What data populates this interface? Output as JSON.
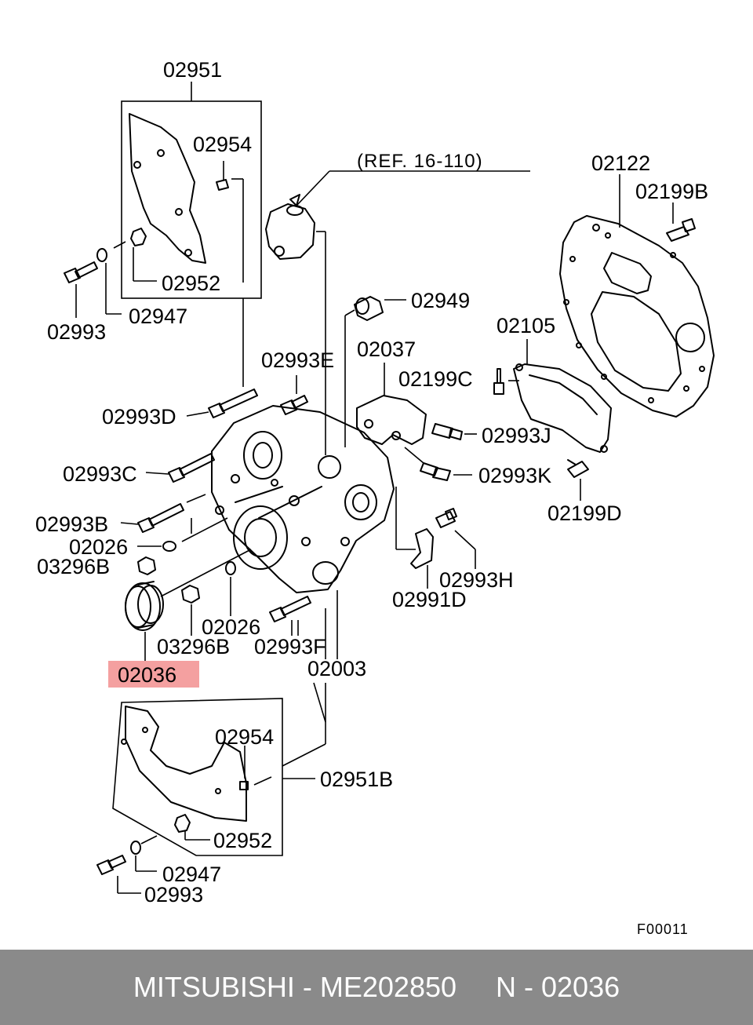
{
  "labels": {
    "p02951": "02951",
    "p02954a": "02954",
    "p02952a": "02952",
    "p02947a": "02947",
    "p02993a": "02993",
    "ref": "(REF. 16-110)",
    "p02122": "02122",
    "p02199b": "02199B",
    "p02949": "02949",
    "p02105": "02105",
    "p02993e": "02993E",
    "p02037": "02037",
    "p02199c": "02199C",
    "p02993d": "02993D",
    "p02993j": "02993J",
    "p02993c": "02993C",
    "p02993k": "02993K",
    "p02199d": "02199D",
    "p02993b": "02993B",
    "p02026a": "02026",
    "p03296ba": "03296B",
    "p02993h": "02993H",
    "p02991d": "02991D",
    "p02026b": "02026",
    "p03296bb": "03296B",
    "p02993f": "02993F",
    "p02036": "02036",
    "p02003": "02003",
    "p02954b": "02954",
    "p02951b": "02951B",
    "p02952b": "02952",
    "p02947b": "02947",
    "p02993b2": "02993",
    "figcode": "F00011"
  },
  "footer": {
    "brand_part": "MITSUBISHI - ME202850",
    "ref_part": "N - 02036"
  },
  "colors": {
    "highlight": "#f4a0a0",
    "footer_bg": "#8a8a8a"
  }
}
